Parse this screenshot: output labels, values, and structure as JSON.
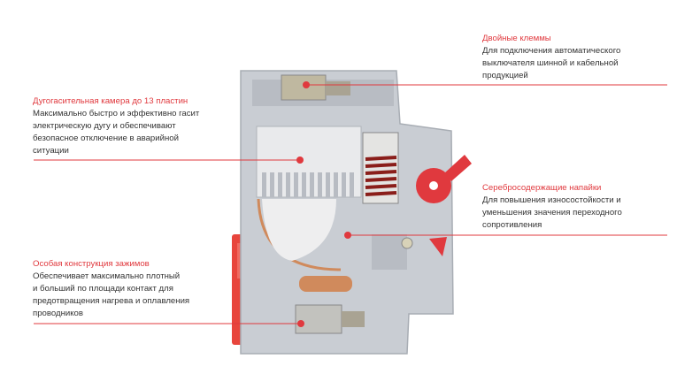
{
  "colors": {
    "accent": "#e0393e",
    "text": "#333333"
  },
  "callouts": {
    "terminals": {
      "title": "Двойные клеммы",
      "lines": [
        "Для подключения автоматического",
        "выключателя шинной и кабельной",
        "продукцией"
      ]
    },
    "arc_chamber": {
      "title": "Дугогасительная камера до 13 пластин",
      "lines": [
        "Максимально быстро и эффективно гасит",
        "электрическую дугу и обеспечивают",
        "безопасное отключение в аварийной",
        "ситуации"
      ]
    },
    "silver_contacts": {
      "title": "Серебросодержащие напайки",
      "lines": [
        "Для повышения износостойкости и",
        "уменьшения значения переходного",
        "сопротивления"
      ]
    },
    "clamps": {
      "title": "Особая конструкция зажимов",
      "lines": [
        "Обеспечивает максимально плотный",
        "и больший по площади контакт для",
        "предотвращения нагрева и оплавления",
        "проводников"
      ]
    }
  }
}
